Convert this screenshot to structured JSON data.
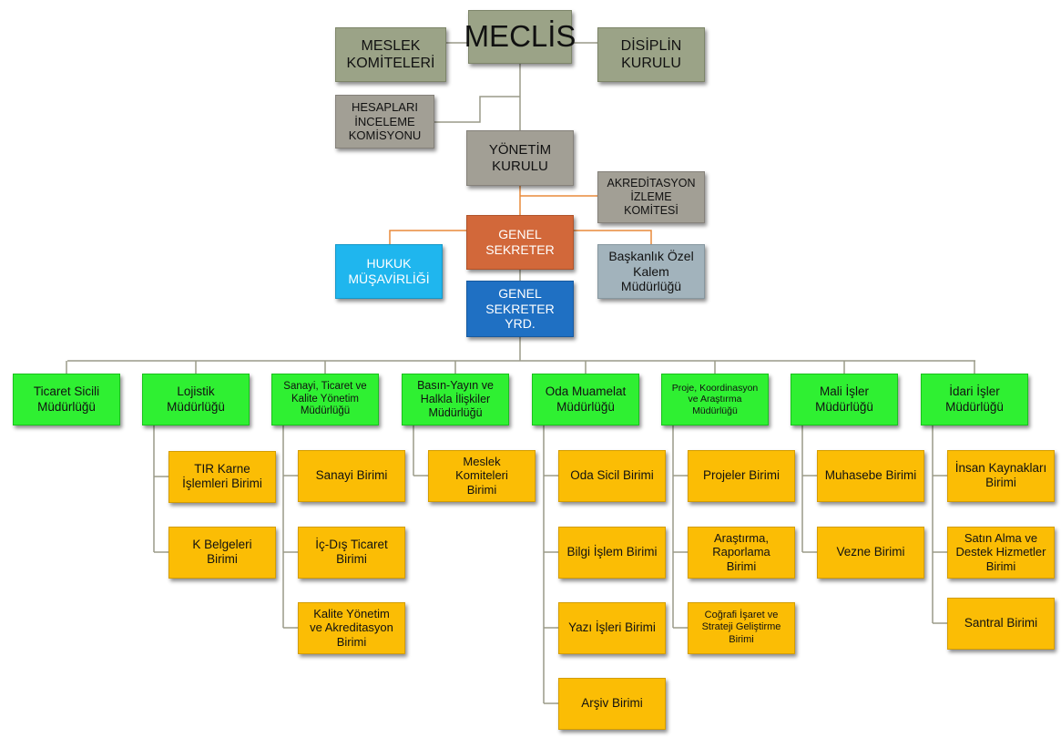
{
  "colors": {
    "olive": "#9ba387",
    "taupe": "#a29f95",
    "orange": "#d2683a",
    "cyan": "#1fb6ee",
    "blue": "#1f70c3",
    "steel": "#a2b3bc",
    "green": "#2ff032",
    "gold": "#fbbd05",
    "line_gray": "#9a9a88",
    "line_orange": "#e98a3a"
  },
  "top": {
    "meclis": "MECLİS",
    "meslek_komiteleri": "MESLEK\nKOMİTELERİ",
    "disiplin_kurulu": "DİSİPLİN\nKURULU",
    "hesaplari_inceleme": "HESAPLARI\nİNCELEME\nKOMİSYONU",
    "yonetim_kurulu": "YÖNETİM\nKURULU",
    "akreditasyon": "AKREDİTASYON\nİZLEME\nKOMİTESİ",
    "genel_sekreter": "GENEL\nSEKRETER",
    "hukuk": "HUKUK\nMÜŞAVİRLİĞİ",
    "baskanlik": "Başkanlık Özel\nKalem\nMüdürlüğü",
    "genel_sekreter_yrd": "GENEL\nSEKRETER YRD."
  },
  "departments": [
    {
      "name": "Ticaret Sicili\nMüdürlüğü",
      "units": []
    },
    {
      "name": "Lojistik\nMüdürlüğü",
      "units": [
        "TIR Karne\nİşlemleri Birimi",
        "K Belgeleri\nBirimi"
      ]
    },
    {
      "name": "Sanayi, Ticaret ve\nKalite Yönetim\nMüdürlüğü",
      "units": [
        "Sanayi Birimi",
        "İç-Dış Ticaret\nBirimi",
        "Kalite Yönetim\nve Akreditasyon\nBirimi"
      ]
    },
    {
      "name": "Basın-Yayın ve\nHalkla İlişkiler\nMüdürlüğü",
      "units": [
        "Meslek\nKomiteleri\nBirimi"
      ]
    },
    {
      "name": "Oda Muamelat\nMüdürlüğü",
      "units": [
        "Oda Sicil Birimi",
        "Bilgi İşlem Birimi",
        "Yazı İşleri Birimi",
        "Arşiv Birimi"
      ]
    },
    {
      "name": "Proje, Koordinasyon\nve Araştırma\nMüdürlüğü",
      "units": [
        "Projeler Birimi",
        "Araştırma,\nRaporlama\nBirimi",
        "Coğrafi İşaret ve\nStrateji Geliştirme\nBirimi"
      ]
    },
    {
      "name": "Mali İşler\nMüdürlüğü",
      "units": [
        "Muhasebe Birimi",
        "Vezne Birimi"
      ]
    },
    {
      "name": "İdari İşler\nMüdürlüğü",
      "units": [
        "İnsan Kaynakları\nBirimi",
        "Satın Alma ve\nDestek Hizmetler\nBirimi",
        "Santral Birimi"
      ]
    }
  ]
}
